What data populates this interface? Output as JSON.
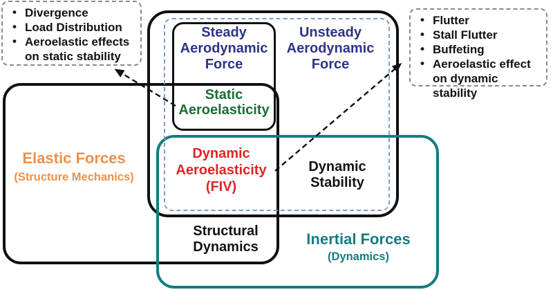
{
  "callouts": {
    "static_effects": {
      "items": [
        "Divergence",
        "Load Distribution",
        "Aeroelastic effects on static stability"
      ]
    },
    "dynamic_effects": {
      "items": [
        "Flutter",
        "Stall Flutter",
        "Buffeting",
        "Aeroelastic effect on dynamic stability"
      ]
    }
  },
  "sets": {
    "elastic_forces": {
      "title": "Elastic Forces",
      "subtitle": "(Structure Mechanics)",
      "color": "#ef9049"
    },
    "inertial_forces": {
      "title": "Inertial Forces",
      "subtitle": "(Dynamics)",
      "color": "#157c7f"
    }
  },
  "regions": {
    "steady_aerodynamic_force": {
      "lines": [
        "Steady",
        "Aerodynamic",
        "Force"
      ],
      "color": "#2c3487"
    },
    "unsteady_aerodynamic_force": {
      "lines": [
        "Unsteady",
        "Aerodynamic",
        "Force"
      ],
      "color": "#2c3487"
    },
    "static_aeroelasticity": {
      "lines": [
        "Static",
        "Aeroelasticity"
      ],
      "color": "#1b6e35"
    },
    "dynamic_aeroelasticity": {
      "lines": [
        "Dynamic",
        "Aeroelasticity",
        "(FIV)"
      ],
      "color": "#dd2627"
    },
    "dynamic_stability": {
      "lines": [
        "Dynamic",
        "Stability"
      ],
      "color": "#111111"
    },
    "structural_dynamics": {
      "lines": [
        "Structural",
        "Dynamics"
      ],
      "color": "#111111"
    }
  },
  "style_colors": {
    "outline_black": "#101010",
    "teal_outline": "#157c7f",
    "dashed_blue": "#7b9cd1",
    "dashed_gray": "#8a8a8a"
  }
}
